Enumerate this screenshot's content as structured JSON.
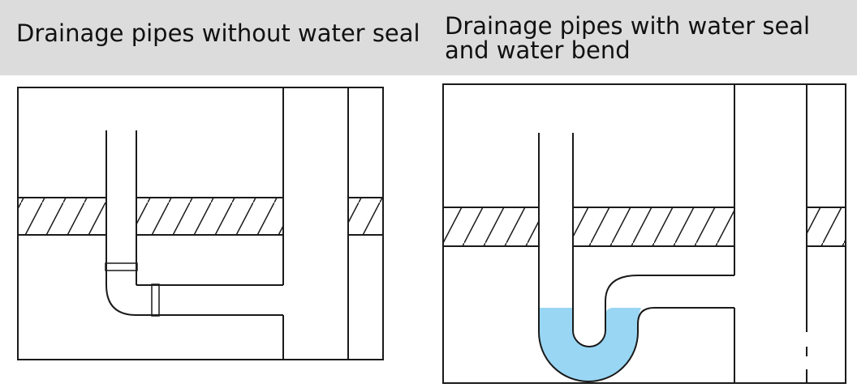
{
  "titles": {
    "left": "Drainage pipes without water seal",
    "right_line1": "Drainage pipes with water seal",
    "right_line2": "and water bend"
  },
  "colors": {
    "header_band": "#dcdcdc",
    "water": "#99d6f3",
    "stroke": "#1a1a1a"
  }
}
